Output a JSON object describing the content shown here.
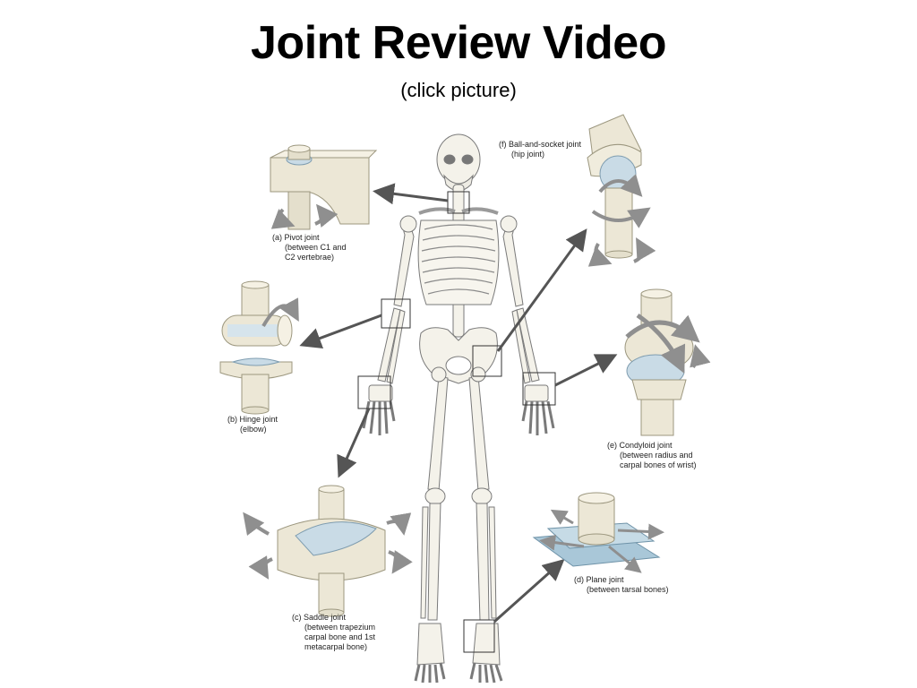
{
  "slide": {
    "title": "Joint Review Video",
    "subtitle": "(click picture)"
  },
  "joints": {
    "pivot": {
      "lines": [
        "(a) Pivot joint",
        "(between C1 and",
        "C2 vertebrae)"
      ]
    },
    "hinge": {
      "lines": [
        "(b) Hinge joint",
        "(elbow)"
      ]
    },
    "saddle": {
      "lines": [
        "(c) Saddle joint",
        "(between trapezium",
        "carpal bone and 1st",
        "metacarpal bone)"
      ]
    },
    "plane": {
      "lines": [
        "(d) Plane joint",
        "(between tarsal bones)"
      ]
    },
    "condyloid": {
      "lines": [
        "(e) Condyloid joint",
        "(between radius and",
        "carpal bones of wrist)"
      ]
    },
    "ball": {
      "lines": [
        "(f) Ball-and-socket joint",
        "(hip joint)"
      ]
    }
  },
  "colors": {
    "bone_fill": "#f4f2ea",
    "bone_stroke": "#8a8a8a",
    "joint_fill": "#ece7d6",
    "joint_stroke": "#9c977f",
    "cartilage": "#c9dbe6",
    "arrow": "#555555",
    "rotation_arrow": "#8f8f8f",
    "plane_fill": "#a9c7d8"
  }
}
